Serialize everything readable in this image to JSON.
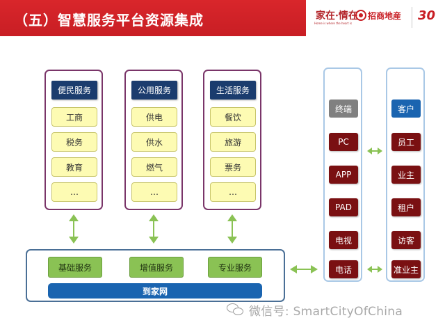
{
  "header": {
    "title": "（五）智慧服务平台资源集成",
    "brand_slogan": "家在·情在",
    "brand_slogan_sub": "Home is where the heart is",
    "brand_name": "招商地産",
    "anniversary": "30"
  },
  "columns": [
    {
      "category": "便民服务",
      "items": [
        "工商",
        "税务",
        "教育",
        "…"
      ]
    },
    {
      "category": "公用服务",
      "items": [
        "供电",
        "供水",
        "燃气",
        "…"
      ]
    },
    {
      "category": "生活服务",
      "items": [
        "餐饮",
        "旅游",
        "票务",
        "…"
      ]
    }
  ],
  "platform": {
    "services": [
      "基础服务",
      "增值服务",
      "专业服务"
    ],
    "name": "到家网"
  },
  "devices": {
    "title": "终端",
    "items": [
      "PC",
      "APP",
      "PAD",
      "电视",
      "电话"
    ]
  },
  "users": {
    "title": "客户",
    "items": [
      "员工",
      "业主",
      "租户",
      "访客",
      "准业主"
    ]
  },
  "watermark": "微信号: SmartCityOfChina",
  "colors": {
    "header": "#c81e24",
    "column_border": "#7a3569",
    "category_label": "#1b3c6e",
    "service_item": "#fdfbb3",
    "platform_service": "#8ac254",
    "platform_bar": "#1a64b0",
    "device_item": "#7a1012",
    "arrow": "#8ac254"
  }
}
